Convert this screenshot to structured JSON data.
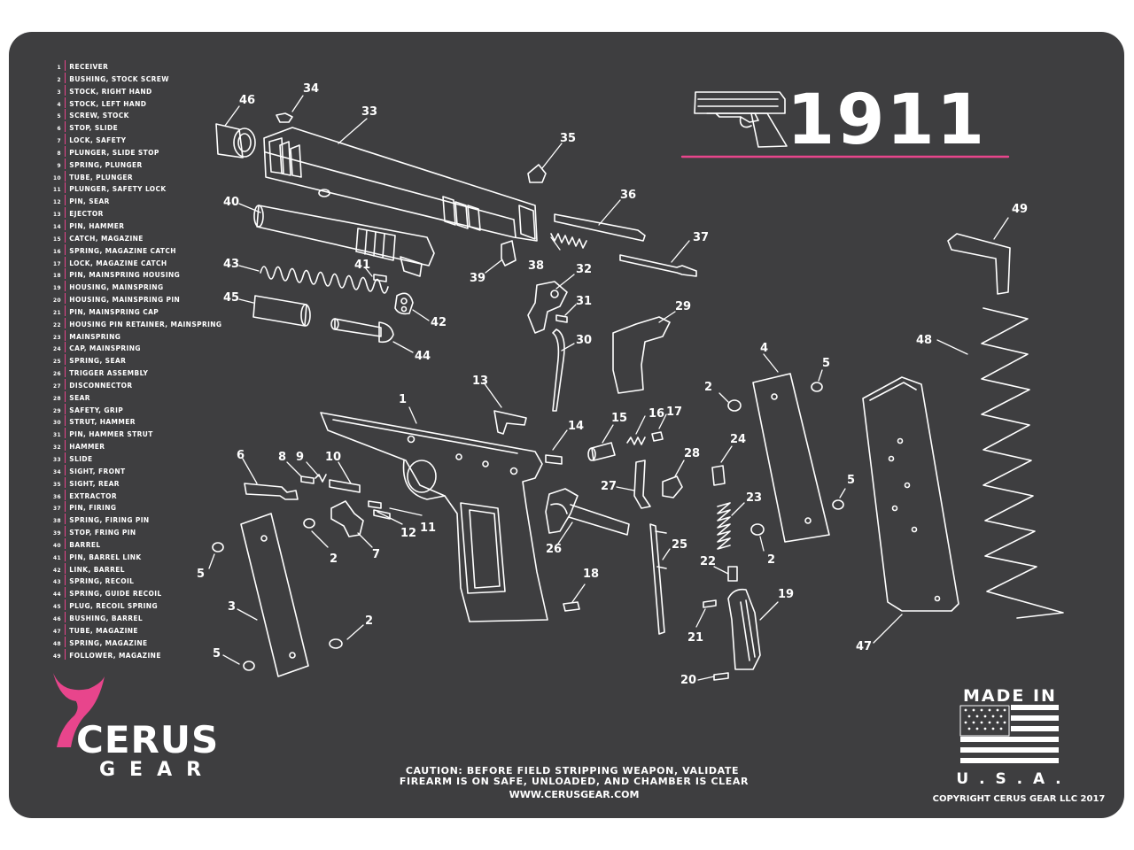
{
  "title": "1911",
  "parts": [
    {
      "num": "1",
      "name": "RECEIVER"
    },
    {
      "num": "2",
      "name": "BUSHING, STOCK SCREW"
    },
    {
      "num": "3",
      "name": "STOCK, RIGHT HAND"
    },
    {
      "num": "4",
      "name": "STOCK, LEFT HAND"
    },
    {
      "num": "5",
      "name": "SCREW, STOCK"
    },
    {
      "num": "6",
      "name": "STOP, SLIDE"
    },
    {
      "num": "7",
      "name": "LOCK, SAFETY"
    },
    {
      "num": "8",
      "name": "PLUNGER, SLIDE STOP"
    },
    {
      "num": "9",
      "name": "SPRING, PLUNGER"
    },
    {
      "num": "10",
      "name": "TUBE, PLUNGER"
    },
    {
      "num": "11",
      "name": "PLUNGER, SAFETY LOCK"
    },
    {
      "num": "12",
      "name": "PIN, SEAR"
    },
    {
      "num": "13",
      "name": "EJECTOR"
    },
    {
      "num": "14",
      "name": "PIN, HAMMER"
    },
    {
      "num": "15",
      "name": "CATCH, MAGAZINE"
    },
    {
      "num": "16",
      "name": "SPRING, MAGAZINE CATCH"
    },
    {
      "num": "17",
      "name": "LOCK, MAGAZINE CATCH"
    },
    {
      "num": "18",
      "name": "PIN, MAINSPRING HOUSING"
    },
    {
      "num": "19",
      "name": "HOUSING, MAINSPRING"
    },
    {
      "num": "20",
      "name": "HOUSING, MAINSPRING PIN"
    },
    {
      "num": "21",
      "name": "PIN, MAINSPRING CAP"
    },
    {
      "num": "22",
      "name": "HOUSING PIN RETAINER, MAINSPRING"
    },
    {
      "num": "23",
      "name": "MAINSPRING"
    },
    {
      "num": "24",
      "name": "CAP, MAINSPRING"
    },
    {
      "num": "25",
      "name": "SPRING, SEAR"
    },
    {
      "num": "26",
      "name": "TRIGGER ASSEMBLY"
    },
    {
      "num": "27",
      "name": "DISCONNECTOR"
    },
    {
      "num": "28",
      "name": "SEAR"
    },
    {
      "num": "29",
      "name": "SAFETY, GRIP"
    },
    {
      "num": "30",
      "name": "STRUT, HAMMER"
    },
    {
      "num": "31",
      "name": "PIN, HAMMER STRUT"
    },
    {
      "num": "32",
      "name": "HAMMER"
    },
    {
      "num": "33",
      "name": "SLIDE"
    },
    {
      "num": "34",
      "name": "SIGHT, FRONT"
    },
    {
      "num": "35",
      "name": "SIGHT, REAR"
    },
    {
      "num": "36",
      "name": "EXTRACTOR"
    },
    {
      "num": "37",
      "name": "PIN, FIRING"
    },
    {
      "num": "38",
      "name": "SPRING, FIRING PIN"
    },
    {
      "num": "39",
      "name": "STOP, FRING PIN"
    },
    {
      "num": "40",
      "name": "BARREL"
    },
    {
      "num": "41",
      "name": "PIN, BARREL LINK"
    },
    {
      "num": "42",
      "name": "LINK, BARREL"
    },
    {
      "num": "43",
      "name": "SPRING, RECOIL"
    },
    {
      "num": "44",
      "name": "SPRING, GUIDE RECOIL"
    },
    {
      "num": "45",
      "name": "PLUG, RECOIL SPRING"
    },
    {
      "num": "46",
      "name": "BUSHING, BARREL"
    },
    {
      "num": "47",
      "name": "TUBE, MAGAZINE"
    },
    {
      "num": "48",
      "name": "SPRING, MAGAZINE"
    },
    {
      "num": "49",
      "name": "FOLLOWER, MAGAZINE"
    }
  ],
  "callouts": [
    "1",
    "2",
    "2",
    "2",
    "2",
    "3",
    "4",
    "5",
    "5",
    "5",
    "5",
    "6",
    "7",
    "8",
    "9",
    "10",
    "11",
    "12",
    "13",
    "14",
    "15",
    "16",
    "17",
    "18",
    "19",
    "20",
    "21",
    "22",
    "23",
    "24",
    "25",
    "26",
    "27",
    "28",
    "29",
    "30",
    "31",
    "32",
    "33",
    "34",
    "35",
    "36",
    "37",
    "38",
    "39",
    "40",
    "41",
    "42",
    "43",
    "44",
    "45",
    "46",
    "47",
    "48",
    "49"
  ],
  "brand": {
    "name_top": "CERUS",
    "name_bottom": "GEAR"
  },
  "caution": {
    "line1": "CAUTION: BEFORE FIELD STRIPPING WEAPON, VALIDATE",
    "line2": "FIREARM IS ON SAFE, UNLOADED, AND CHAMBER IS CLEAR"
  },
  "website": "WWW.CERUSGEAR.COM",
  "made_in": {
    "top": "MADE IN",
    "bottom": "U . S . A ."
  },
  "copyright": "COPYRIGHT CERUS GEAR LLC 2017",
  "colors": {
    "mat": "#3e3e40",
    "accent": "#e8458c",
    "line": "#ffffff"
  }
}
